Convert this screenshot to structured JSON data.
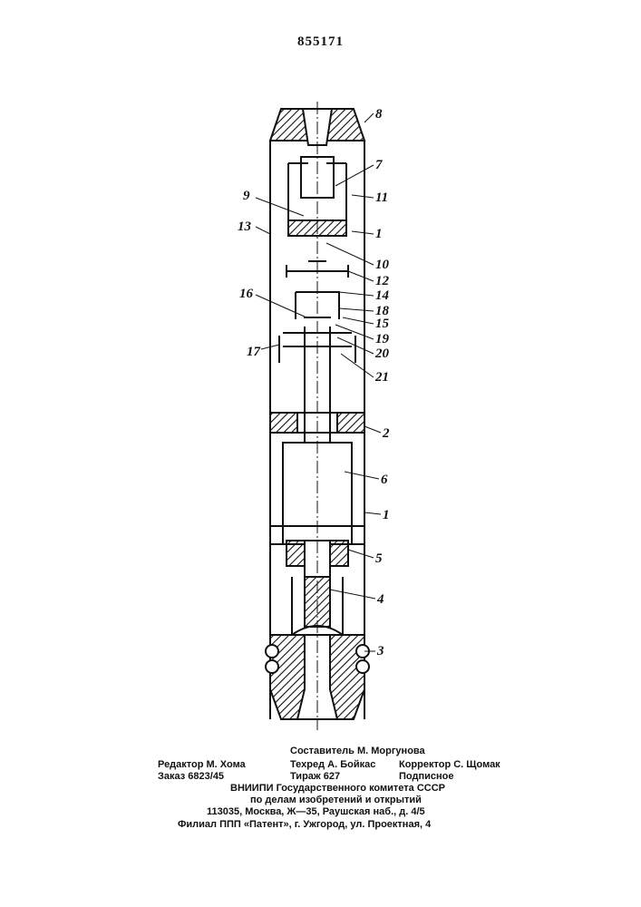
{
  "patent_number": "855171",
  "labels": {
    "l1": "1",
    "l1b": "1",
    "l2": "2",
    "l3": "3",
    "l4": "4",
    "l5": "5",
    "l6": "6",
    "l7": "7",
    "l8": "8",
    "l9": "9",
    "l10": "10",
    "l11": "11",
    "l12": "12",
    "l13": "13",
    "l14": "14",
    "l15": "15",
    "l16": "16",
    "l17": "17",
    "l18": "18",
    "l19": "19",
    "l20": "20",
    "l21": "21"
  },
  "imprint": {
    "editor": "Редактор М. Хома",
    "compiler": "Составитель М. Моргунова",
    "order": "Заказ 6823/45",
    "techred": "Техред А. Бойкас",
    "corrector": "Корректор С. Щомак",
    "circulation": "Тираж 627",
    "subscription": "Подписное",
    "org1": "ВНИИПИ Государственного комитета СССР",
    "org2": "по делам изобретений и открытий",
    "address": "113035, Москва, Ж—35, Раушская наб., д. 4/5",
    "branch": "Филиал ППП «Патент», г. Ужгород, ул. Проектная, 4"
  }
}
